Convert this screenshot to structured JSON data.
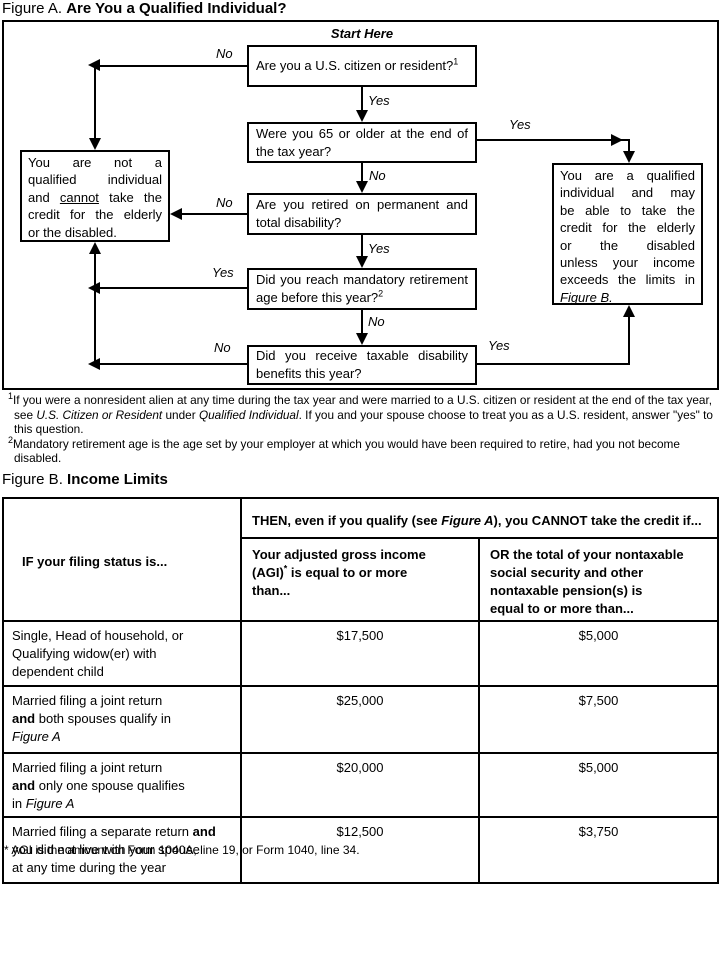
{
  "figureA": {
    "label": "Figure A.",
    "title": "Are You a Qualified Individual?",
    "start_here": "Start Here",
    "yes": "Yes",
    "no": "No",
    "q_citizen": {
      "line1": "Are you a U.S. citizen or resident?",
      "sup": "1"
    },
    "q_age65": {
      "line1": "Were you 65 or older at the end of",
      "line2": "the tax year?"
    },
    "q_retired": {
      "line1": "Are you retired on permanent and",
      "line2": "total disability?"
    },
    "q_mandatory": {
      "line1": "Did you reach mandatory retirement",
      "line2": "age before this year?",
      "sup": "2"
    },
    "q_taxable": {
      "line1": "Did you receive taxable disability",
      "line2": "benefits this year?"
    },
    "not_qualified": {
      "line1": "You are not a",
      "line2": "qualified individual",
      "line3_pre": "and ",
      "line3_u": "cannot",
      "line3_post": " take the",
      "line4": "credit for the elderly",
      "line5": "or the disabled."
    },
    "qualified": {
      "line1": "You are a qualified",
      "line2": "individual and may",
      "line3": "be able to take the",
      "line4": "credit for the elderly",
      "line5": "or the disabled",
      "line6": "unless your income",
      "line7": "exceeds the limits in",
      "line8_i": "Figure B."
    },
    "footnote1": {
      "sup": "1",
      "pre": "If you were a nonresident alien at any time during the tax year and were married to a U.S. citizen or resident at the end of the tax year, see ",
      "i1": "U.S. Citizen or Resident",
      "mid": " under ",
      "i2": "Qualified Individual",
      "post": ". If you and your spouse choose to treat you as a U.S. resident, answer \"yes\" to this question."
    },
    "footnote2": {
      "sup": "2",
      "text": "Mandatory retirement age is the age set by your employer at which you would have been required to retire, had you not become disabled."
    }
  },
  "figureB": {
    "label": "Figure B.",
    "title": "Income Limits",
    "if_header": "IF your filing status is...",
    "then_header": {
      "pre": "THEN, even if you qualify (see ",
      "i": "Figure A",
      "post": "), you CANNOT take the credit if..."
    },
    "agi_header": {
      "line1": "Your adjusted gross income",
      "line2_pre": "(AGI)",
      "line2_sup": "*",
      "line2_post": " is equal to or more",
      "line3": "than..."
    },
    "pension_header": {
      "line1": "OR the total of your nontaxable",
      "line2": "social security and other",
      "line3": "nontaxable pension(s) is",
      "line4": "equal to or more than..."
    },
    "rows": [
      {
        "l1": "Single, Head of household, or",
        "l2": "Qualifying widow(er) with",
        "l3": "dependent child",
        "agi": "$17,500",
        "pension": "$5,000"
      },
      {
        "l1": "Married filing a joint return",
        "l2_b": "and",
        "l2_post": " both spouses qualify in",
        "l3_i": "Figure A",
        "agi": "$25,000",
        "pension": "$7,500"
      },
      {
        "l1": "Married filing a joint return",
        "l2_b": "and",
        "l2_post": " only one spouse qualifies",
        "l3_pre": "in ",
        "l3_i": "Figure A",
        "agi": "$20,000",
        "pension": "$5,000"
      },
      {
        "l1_pre": "Married filing a separate return ",
        "l1_b": "and",
        "l2": "you did not live with your spouse",
        "l3": "at any time during the year",
        "agi": "$12,500",
        "pension": "$3,750"
      }
    ],
    "footnote": "* AGI is the amount on Form 1040A, line 19, or Form 1040, line 34."
  }
}
